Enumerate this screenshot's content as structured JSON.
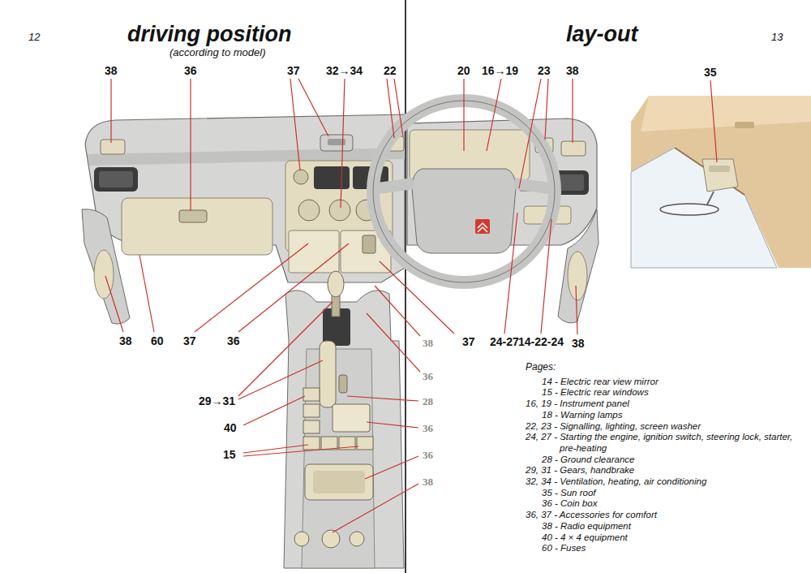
{
  "diagram": {
    "title": "driving position",
    "labels": [
      "12",
      "(according to model)",
      "lay-out",
      "13",
      "38",
      "36",
      "37",
      "32→34",
      "22",
      "20",
      "16→19",
      "23",
      "38",
      "35",
      "38",
      "60",
      "37",
      "36",
      "38",
      "37",
      "24-27",
      "14-22-24",
      "38",
      "36",
      "28",
      "36",
      "36",
      "38",
      "29→31",
      "40",
      "15",
      "Pages:",
      "14 - Electric rear view mirror",
      "15 - Electric rear windows",
      "16, 19 - Instrument panel",
      "18 - Warning lamps",
      "22, 23 - Signalling, lighting, screen washer",
      "24, 27 - Starting the engine, ignition switch, steering lock, starter, pre-heating",
      "28 - Ground clearance",
      "29, 31 - Gears, handbrake",
      "32, 34 - Ventilation, heating, air conditioning",
      "35 - Sun roof",
      "36 - Coin box",
      "36, 37 - Accessories for comfort",
      "38 - Radio equipment",
      "40 - 4 × 4 equipment",
      "60 - Fuses"
    ]
  }
}
